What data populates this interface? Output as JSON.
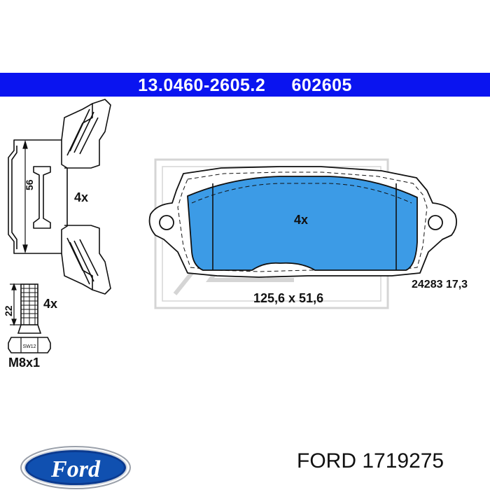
{
  "header": {
    "article_number": "13.0460-2605.2",
    "short_number": "602605",
    "background_color": "#0a14f0",
    "text_color": "#ffffff"
  },
  "clip": {
    "height_dimension": "56",
    "quantity": "4x"
  },
  "bolt": {
    "length_dimension": "22",
    "quantity": "4x",
    "wrench_size": "SW12",
    "thread": "M8x1"
  },
  "pad": {
    "quantity": "4x",
    "dimensions": "125,6 x 51,6",
    "wva_and_thickness": "24283 17,3",
    "friction_color": "#3c9be6"
  },
  "brand": {
    "logo_text": "Ford",
    "caption": "FORD 1719275"
  }
}
